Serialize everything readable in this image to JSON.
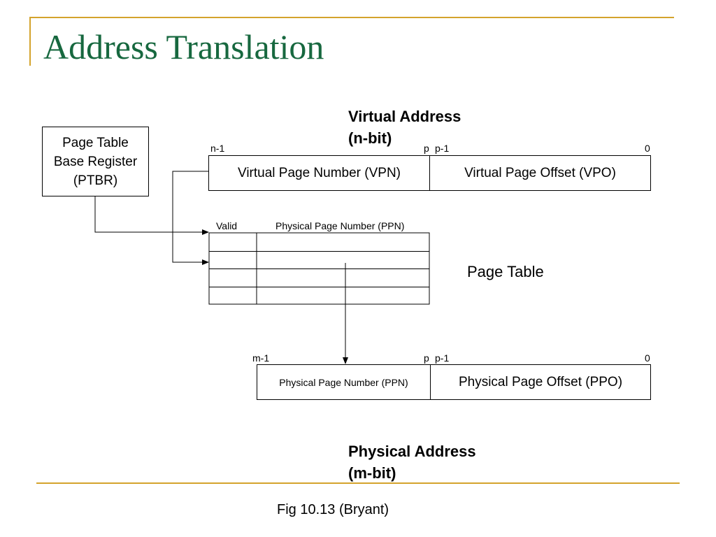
{
  "slide": {
    "title": "Address Translation",
    "caption": "Fig 10.13 (Bryant)"
  },
  "virtual_address": {
    "heading_line1": "Virtual Address",
    "heading_line2": "(n-bit)",
    "bit_high": "n-1",
    "bit_p": "p",
    "bit_p_minus_1": "p-1",
    "bit_low": "0",
    "vpn_label": "Virtual Page Number (VPN)",
    "vpo_label": "Virtual Page Offset (VPO)"
  },
  "ptbr": {
    "line1": "Page Table",
    "line2": "Base Register",
    "line3": "(PTBR)"
  },
  "page_table": {
    "col_valid": "Valid",
    "col_ppn": "Physical Page Number (PPN)",
    "label": "Page Table",
    "row_count": 4
  },
  "physical_address": {
    "heading_line1": "Physical Address",
    "heading_line2": "(m-bit)",
    "bit_high": "m-1",
    "bit_p": "p",
    "bit_p_minus_1": "p-1",
    "bit_low": "0",
    "ppn_label": "Physical Page Number (PPN)",
    "ppo_label": "Physical Page Offset (PPO)"
  },
  "colors": {
    "title": "#17683f",
    "accent_rule": "#d4a32c",
    "line": "#000000"
  }
}
